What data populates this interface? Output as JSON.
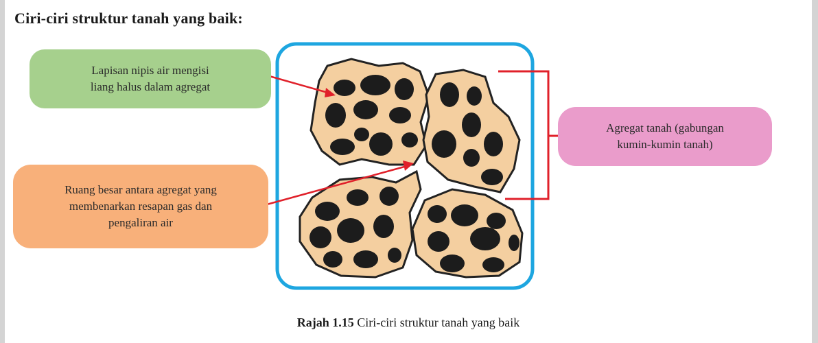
{
  "heading": "Ciri-ciri struktur tanah yang baik:",
  "labels": {
    "fine_pores": [
      "Lapisan nipis air mengisi",
      "liang halus dalam agregat"
    ],
    "large_spaces": [
      "Ruang besar antara agregat yang",
      "membenarkan resapan gas dan",
      "pengaliran air"
    ],
    "aggregate": [
      "Agregat tanah (gabungan",
      "kumin-kumin tanah)"
    ]
  },
  "caption": {
    "number": "Rajah 1.15",
    "text": "Ciri-ciri struktur tanah yang baik"
  },
  "colors": {
    "frame": "#1ea6e0",
    "pointer": "#e0202a",
    "aggregate_fill": "#f4cfa0",
    "crumb": "#1c1c1c",
    "green_label": "#a6d08d",
    "orange_label": "#f8b07a",
    "pink_label": "#ea9ccb"
  }
}
